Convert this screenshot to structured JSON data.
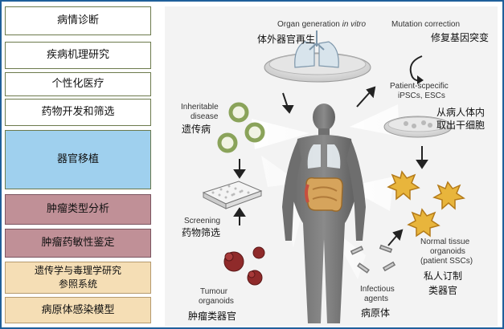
{
  "applications": [
    {
      "label": "病情诊断",
      "style": "green"
    },
    {
      "label": "疾病机理研究",
      "style": "green"
    },
    {
      "label": "个性化医疗",
      "style": "green"
    },
    {
      "label": "药物开发和筛选",
      "style": "green"
    },
    {
      "label": "器官移植",
      "style": "blue"
    },
    {
      "label": "肿瘤类型分析",
      "style": "rose"
    },
    {
      "label": "肿瘤药敏性鉴定",
      "style": "rose"
    },
    {
      "label": "遗传学与毒理学研究\n参照系统",
      "style": "peach"
    },
    {
      "label": "病原体感染模型",
      "style": "peach"
    }
  ],
  "diagram": {
    "organ_generation": {
      "en": "Organ generation",
      "en_italic": "in vitro",
      "zh": "体外器官再生"
    },
    "mutation_correction": {
      "en": "Mutation correction",
      "zh": "修复基因突变"
    },
    "patient_cells": {
      "en_line1": "Patient-scpecific",
      "en_line2": "iPSCs, ESCs",
      "zh_line1": "从病人体内",
      "zh_line2": "取出干细胞"
    },
    "inheritable": {
      "en_line1": "Inheritable",
      "en_line2": "disease",
      "zh": "遗传病"
    },
    "screening": {
      "en": "Screening",
      "zh": "药物筛选"
    },
    "tumour": {
      "en_line1": "Tumour",
      "en_line2": "organoids",
      "zh": "肿瘤类器官"
    },
    "infectious": {
      "en_line1": "Infectious",
      "en_line2": "agents",
      "zh": "病原体"
    },
    "normal_tissue": {
      "en_line1": "Normal tissue",
      "en_line2": "organoids",
      "en_line3": "(patient SSCs)",
      "zh_line1": "私人订制",
      "zh_line2": "类器官"
    }
  }
}
